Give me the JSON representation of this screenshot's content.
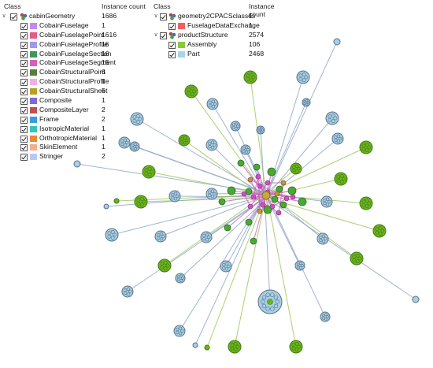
{
  "left_panel": {
    "header_class": "Class",
    "header_count": "Instance count",
    "root": {
      "label": "cabinGeometry",
      "count": "1686"
    },
    "items": [
      {
        "label": "CobainFuselage",
        "count": "1",
        "color": "#c38af0"
      },
      {
        "label": "CobainFuselagePoint",
        "count": "1616",
        "color": "#e55a87"
      },
      {
        "label": "CobainFuselageProfile",
        "count": "16",
        "color": "#a09ae8"
      },
      {
        "label": "CobainFuselageSection",
        "count": "16",
        "color": "#3c9a5a"
      },
      {
        "label": "CobainFuselageSegment",
        "count": "15",
        "color": "#d860b8"
      },
      {
        "label": "CobainStructuralPoint",
        "count": "6",
        "color": "#5a7f3a"
      },
      {
        "label": "CobainStructuralProfile",
        "count": "1",
        "color": "#f0b0e0"
      },
      {
        "label": "CobainStructuralSheet",
        "count": "5",
        "color": "#b8a020"
      },
      {
        "label": "Composite",
        "count": "1",
        "color": "#7d6bd6"
      },
      {
        "label": "CompositeLayer",
        "count": "2",
        "color": "#c05050"
      },
      {
        "label": "Frame",
        "count": "2",
        "color": "#3a9ae0"
      },
      {
        "label": "IsotropicMaterial",
        "count": "1",
        "color": "#38c0c0"
      },
      {
        "label": "OrthotropicMaterial",
        "count": "1",
        "color": "#e8883a"
      },
      {
        "label": "SkinElement",
        "count": "1",
        "color": "#f0b090"
      },
      {
        "label": "Stringer",
        "count": "2",
        "color": "#b8c8f0"
      }
    ]
  },
  "right_panel": {
    "header_class": "Class",
    "header_count": "Instance count",
    "groups": [
      {
        "label": "geometry2CPACSclasses",
        "count": "1",
        "items": [
          {
            "label": "FuselageDataExchange",
            "count": "1",
            "color": "#f06060"
          }
        ]
      },
      {
        "label": "productStructure",
        "count": "2574",
        "items": [
          {
            "label": "Assembly",
            "count": "106",
            "color": "#8cc83c"
          },
          {
            "label": "Part",
            "count": "2468",
            "color": "#a8d4ec"
          }
        ]
      }
    ]
  },
  "colors": {
    "assembly_green": "#6cb41e",
    "part_blue": "#a8cfe4",
    "hub_magenta": "#d04fc0",
    "edge_green": "#9ec85a",
    "edge_blue": "#8fa7c8",
    "edge_magenta": "#d060c0"
  }
}
